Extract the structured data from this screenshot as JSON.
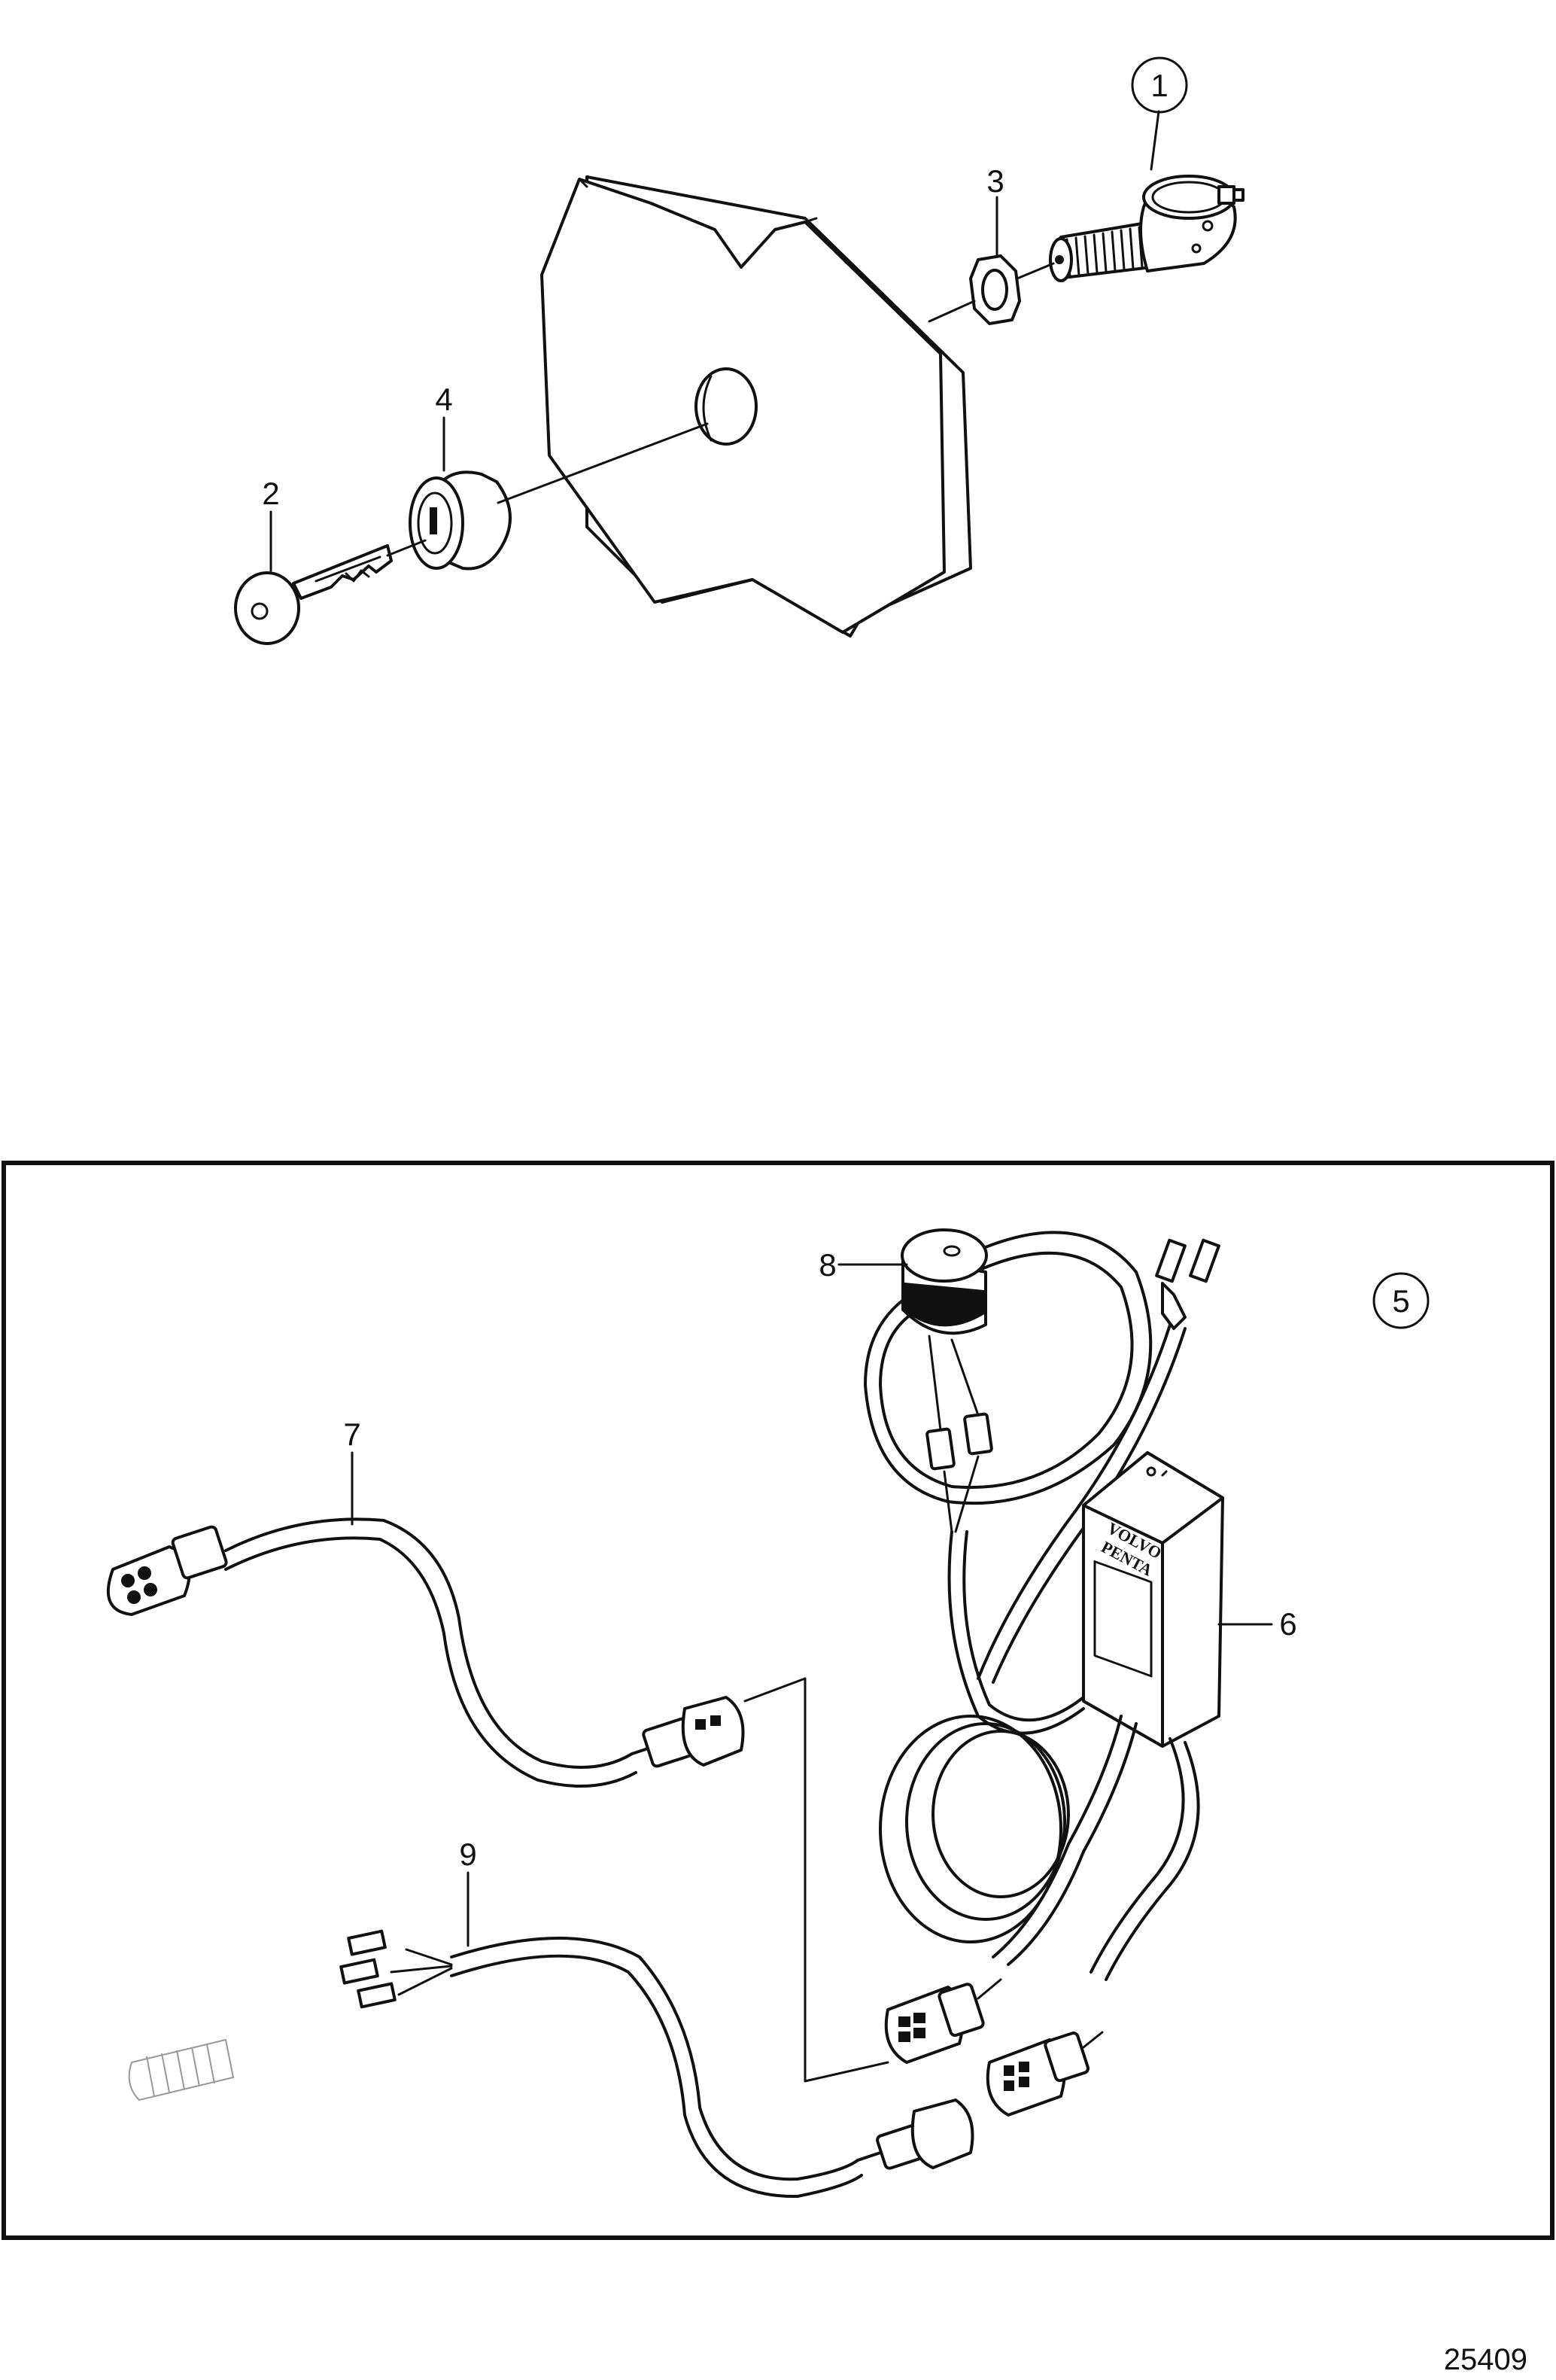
{
  "callouts": {
    "c1": "1",
    "c2": "2",
    "c3": "3",
    "c4": "4",
    "c5": "5",
    "c6": "6",
    "c7": "7",
    "c8": "8",
    "c9": "9"
  },
  "module_brand": {
    "line1": "VOLVO",
    "line2": "PENTA"
  },
  "figure_number": "25409"
}
